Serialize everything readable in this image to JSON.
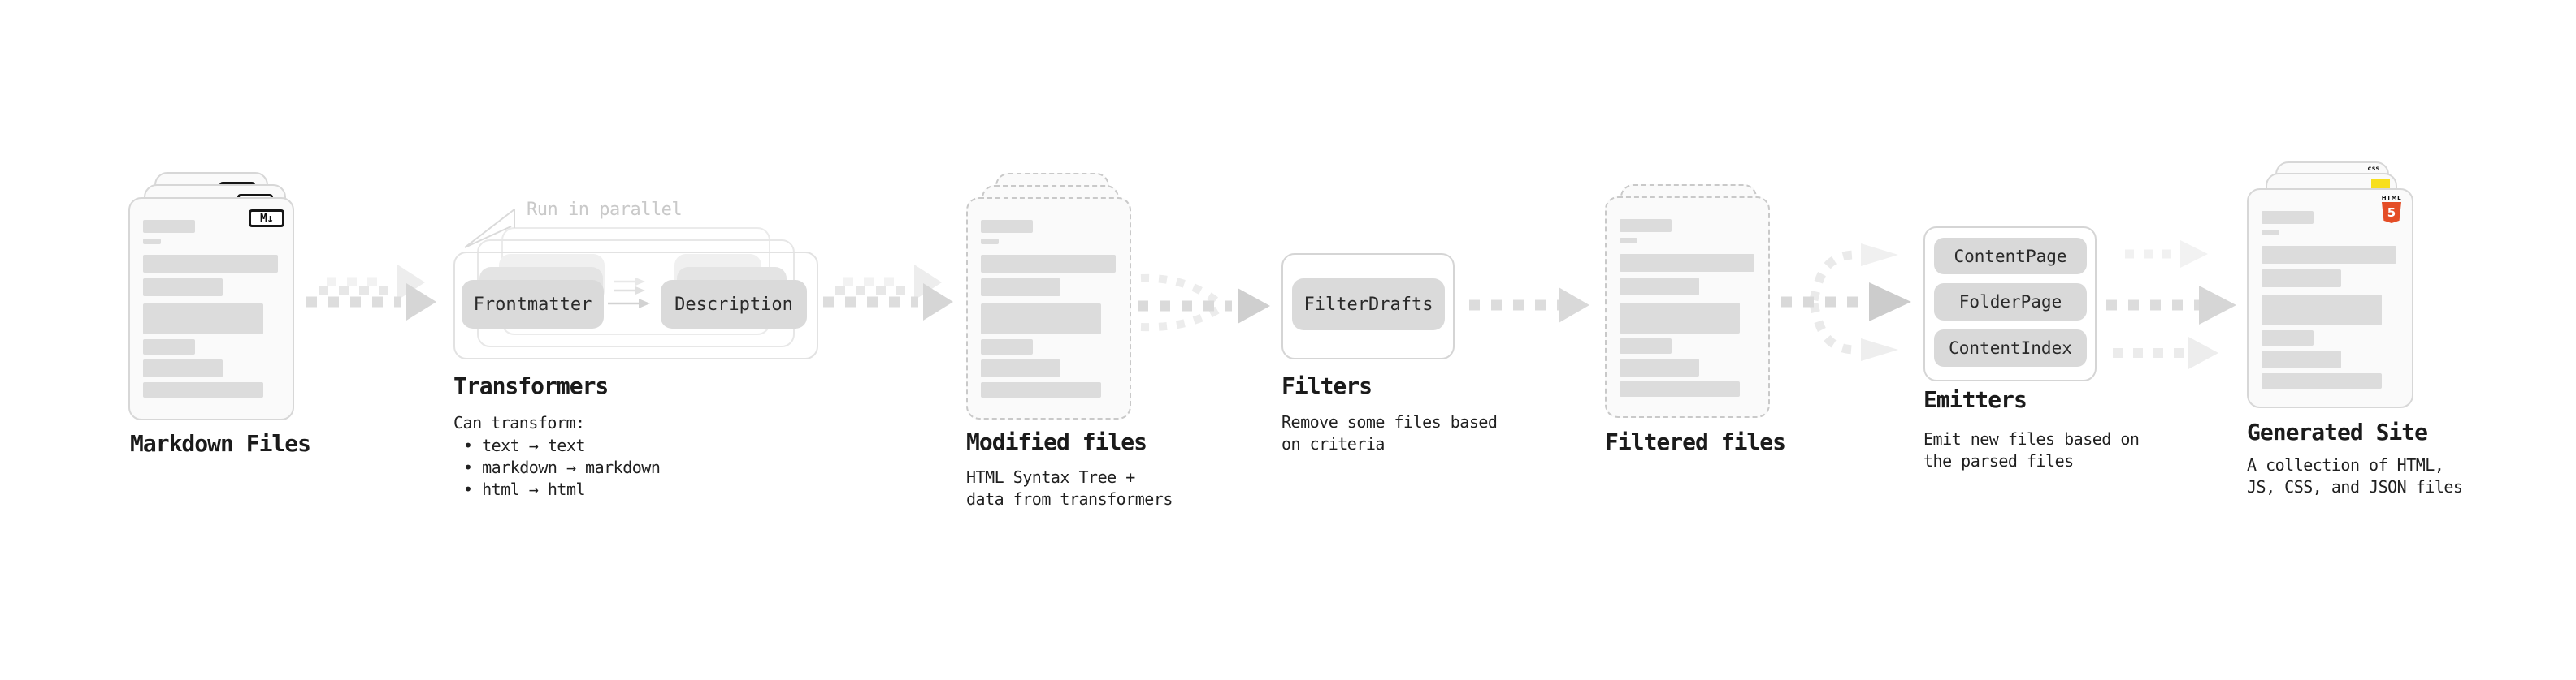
{
  "stages": {
    "markdown_files": {
      "label": "Markdown Files",
      "badge": "M↓"
    },
    "transformers": {
      "label": "Transformers",
      "note": "Run in parallel",
      "pills": [
        "Frontmatter",
        "Description"
      ],
      "description_title": "Can transform:",
      "bullets": [
        "• text → text",
        "• markdown → markdown",
        "• html → html"
      ]
    },
    "modified_files": {
      "label": "Modified files",
      "description": [
        "HTML Syntax Tree +",
        "data from transformers"
      ]
    },
    "filters": {
      "label": "Filters",
      "pills": [
        "FilterDrafts"
      ],
      "description": [
        "Remove some files based",
        "on criteria"
      ]
    },
    "filtered_files": {
      "label": "Filtered files"
    },
    "emitters": {
      "label": "Emitters",
      "pills": [
        "ContentPage",
        "FolderPage",
        "ContentIndex"
      ],
      "description": [
        "Emit new files based on",
        "the parsed files"
      ]
    },
    "generated_site": {
      "label": "Generated Site",
      "description": [
        "A collection of HTML,",
        "JS, CSS, and JSON files"
      ],
      "badges": {
        "css": "CSS",
        "html5_label": "HTML",
        "html5_number": "5"
      }
    }
  },
  "colors": {
    "background": "#ffffff",
    "card_fill": "#fafafa",
    "card_border": "#d7d7d7",
    "bar_fill": "#dcdcdc",
    "pill_fill": "#dadada",
    "arrow_dark": "#d6d6d6",
    "arrow_light": "#ededed",
    "html5_orange": "#e44d26",
    "js_yellow": "#f7df1e",
    "css_blue": "#2e65f2"
  }
}
